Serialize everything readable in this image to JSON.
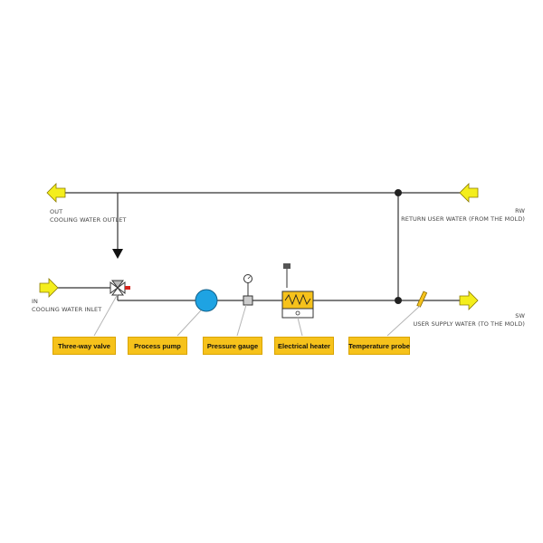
{
  "ports": {
    "out": {
      "code": "OUT",
      "text": "COOLING WATER OUTLET"
    },
    "in": {
      "code": "IN",
      "text": "COOLING WATER INLET"
    },
    "rw": {
      "code": "RW",
      "text": "RETURN USER WATER (FROM THE MOLD)"
    },
    "sw": {
      "code": "SW",
      "text": "USER SUPPLY WATER (TO THE MOLD)"
    }
  },
  "callouts": {
    "three_way_valve": "Three-way valve",
    "process_pump": "Process pump",
    "pressure_gauge": "Pressure gauge",
    "electrical_heater": "Electrical heater",
    "temperature_probe": "Temperature probe"
  },
  "colors": {
    "arrow_fill": "#f4ee1c",
    "callout_fill": "#f6c21b",
    "pump_fill": "#1ea3e3",
    "heater_fill": "#f6c21b",
    "line": "#333333"
  }
}
